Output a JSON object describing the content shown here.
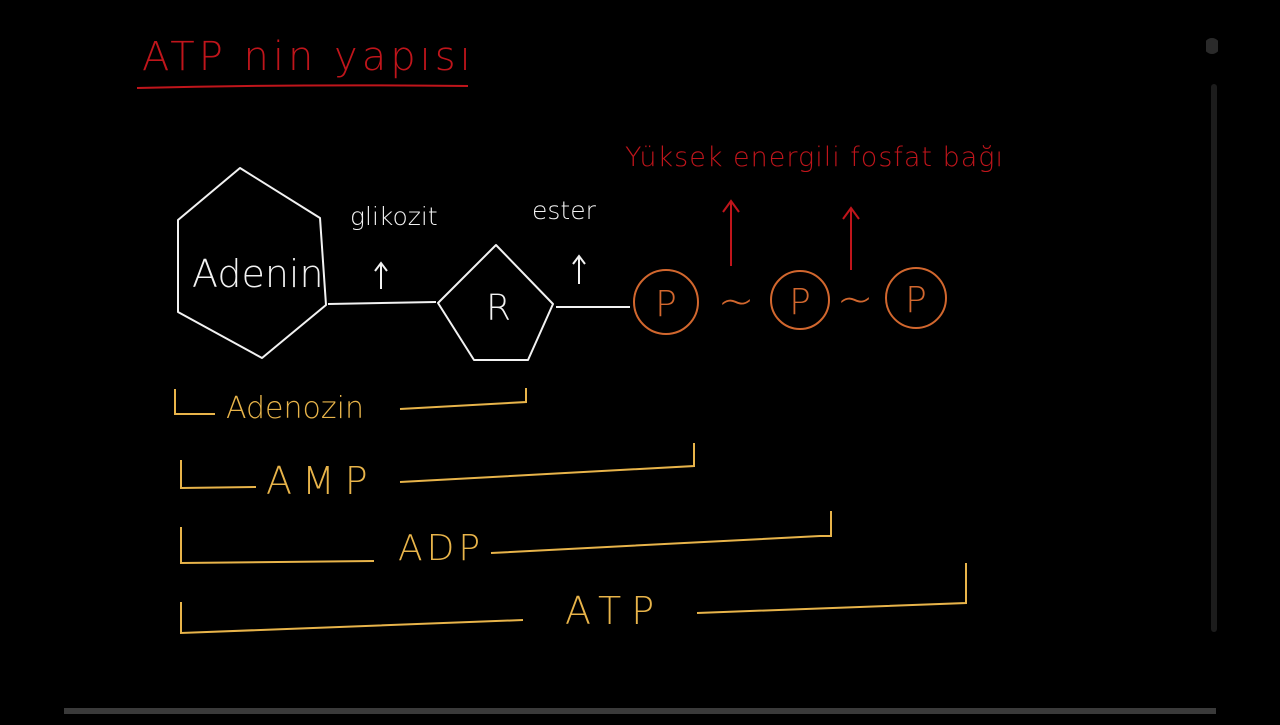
{
  "title": {
    "text": "ATP nin yapısı",
    "color": "#c0151b"
  },
  "labels": {
    "adenin": "Adenin",
    "riboz": "R",
    "glikozit": "glikozit",
    "ester": "ester",
    "high_energy": "Yüksek energili fosfat bağı",
    "phosphates": [
      "P",
      "P",
      "P"
    ],
    "tilde": "~"
  },
  "brackets": [
    {
      "label": "Adenozin"
    },
    {
      "label": "AMP"
    },
    {
      "label": "ADP"
    },
    {
      "label": "ATP"
    }
  ],
  "colors": {
    "background": "#000000",
    "structure": "#f2f2f2",
    "phosphate": "#d2672e",
    "title_red": "#c0151b",
    "bracket_yellow": "#e8b44a"
  }
}
